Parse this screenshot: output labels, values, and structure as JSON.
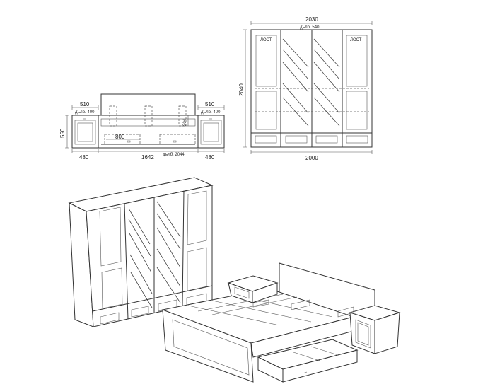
{
  "side_view": {
    "left_depth": "510",
    "left_inner": "дълб. 400",
    "right_depth": "510",
    "right_inner": "дълб. 400",
    "height": "550",
    "bed_height": "304",
    "drawer_width": "800",
    "left_width": "480",
    "bed_width": "1642",
    "bed_depth": "дълб. 2044",
    "right_width": "480"
  },
  "wardrobe_front": {
    "top_width": "2030",
    "inner_depth": "дълб. 540",
    "height": "2040",
    "bottom_width": "2000",
    "door_label_left": "ЛОСТ",
    "door_label_right": "ЛОСТ"
  },
  "colors": {
    "line": "#333333",
    "background": "#ffffff"
  }
}
